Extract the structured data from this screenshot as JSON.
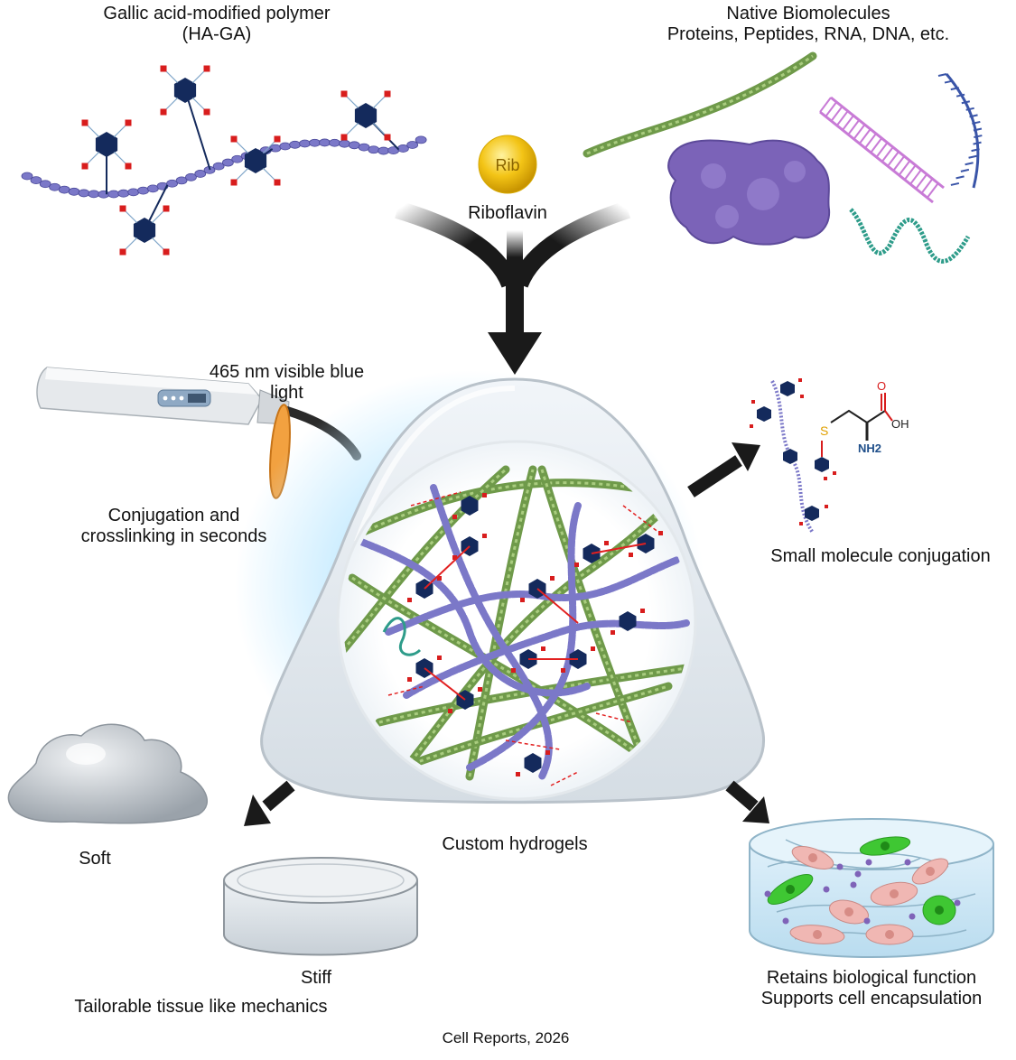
{
  "labels": {
    "polymer_line1": "Gallic acid-modified polymer",
    "polymer_line2": "(HA-GA)",
    "biomol_line1": "Native Biomolecules",
    "biomol_line2": "Proteins, Peptides, RNA, DNA, etc.",
    "riboflavin": "Riboflavin",
    "rib_badge": "Rib",
    "light_line1": "465 nm visible blue",
    "light_line2": "light",
    "conj_line1": "Conjugation and",
    "conj_line2": "crosslinking in seconds",
    "small_molecule": "Small molecule conjugation",
    "custom_hydrogels": "Custom hydrogels",
    "soft": "Soft",
    "stiff": "Stiff",
    "tailorable": "Tailorable tissue like mechanics",
    "retains": "Retains biological function",
    "supports": "Supports cell encapsulation",
    "citation": "Cell Reports, 2026"
  },
  "chem": {
    "S": "S",
    "O": "O",
    "OH": "OH",
    "NH2": "NH2"
  },
  "colors": {
    "polymer_bead": "#7b78c8",
    "hexagon": "#142a5c",
    "oxygen": "#d81d1d",
    "strand_green": "#6f9a4a",
    "protein": "#7b63b8",
    "dna_pink": "#c87bd6",
    "rna_blue": "#3a55a8",
    "peptide_teal": "#2e9c8a",
    "riboflavin": "#f3c416",
    "crosslink": "#e22020",
    "arrow": "#1a1a1a",
    "glow": "#bfe6fb"
  }
}
